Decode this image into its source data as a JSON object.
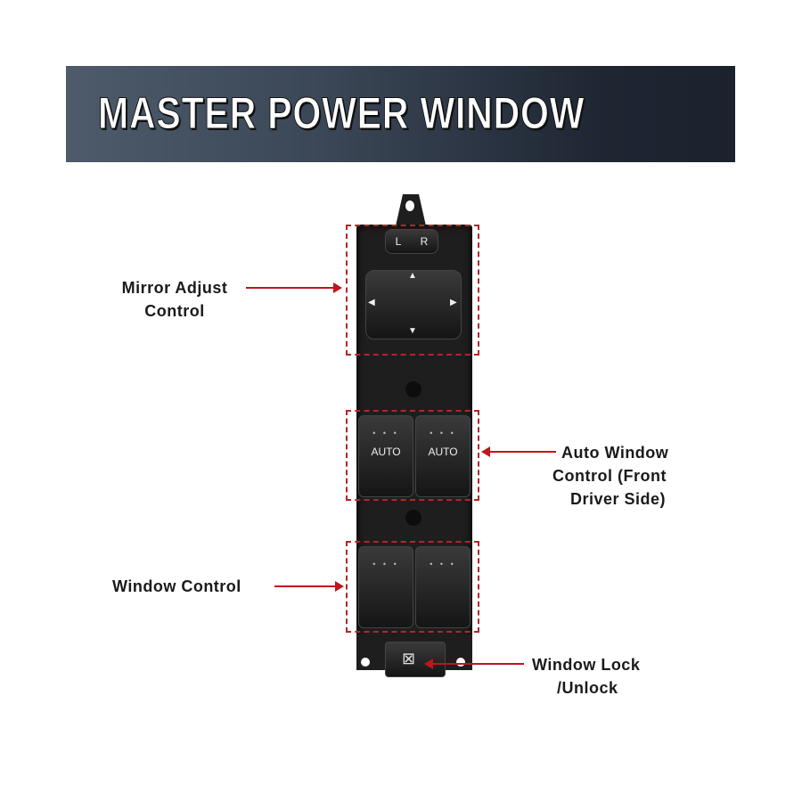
{
  "banner": {
    "title": "MASTER POWER WINDOW"
  },
  "callouts": {
    "mirror": {
      "line1": "Mirror Adjust",
      "line2": "Control"
    },
    "auto": {
      "line1": "Auto Window",
      "line2": "Control (Front",
      "line3": "Driver Side)"
    },
    "window": {
      "line1": "Window Control"
    },
    "lock": {
      "line1": "Window Lock",
      "line2": "/Unlock"
    }
  },
  "switch": {
    "mirror_select_left": "L",
    "mirror_select_right": "R",
    "auto_left": "AUTO",
    "auto_right": "AUTO",
    "dots": "• • •"
  },
  "colors": {
    "accent": "#c0151b",
    "banner": "#3a4655"
  }
}
